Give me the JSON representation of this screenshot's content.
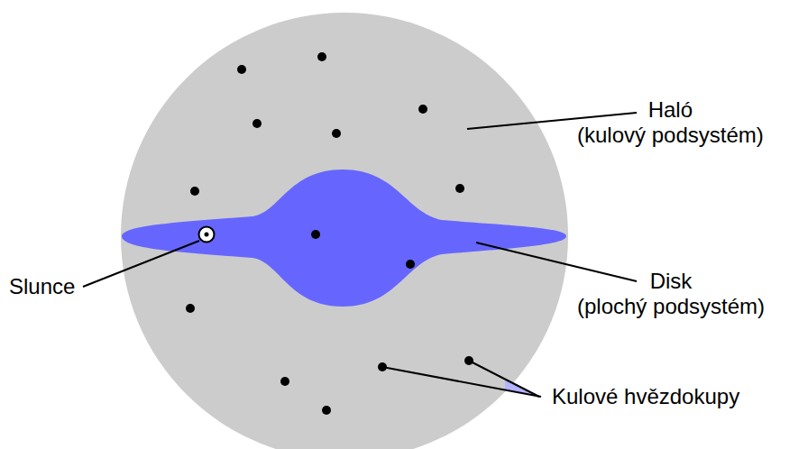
{
  "diagram": {
    "labels": [
      "Haló",
      "(kulový podsystém)",
      "Slunce",
      "Disk",
      "(plochý podsystém)",
      "Kulové hvězdokupy"
    ]
  }
}
